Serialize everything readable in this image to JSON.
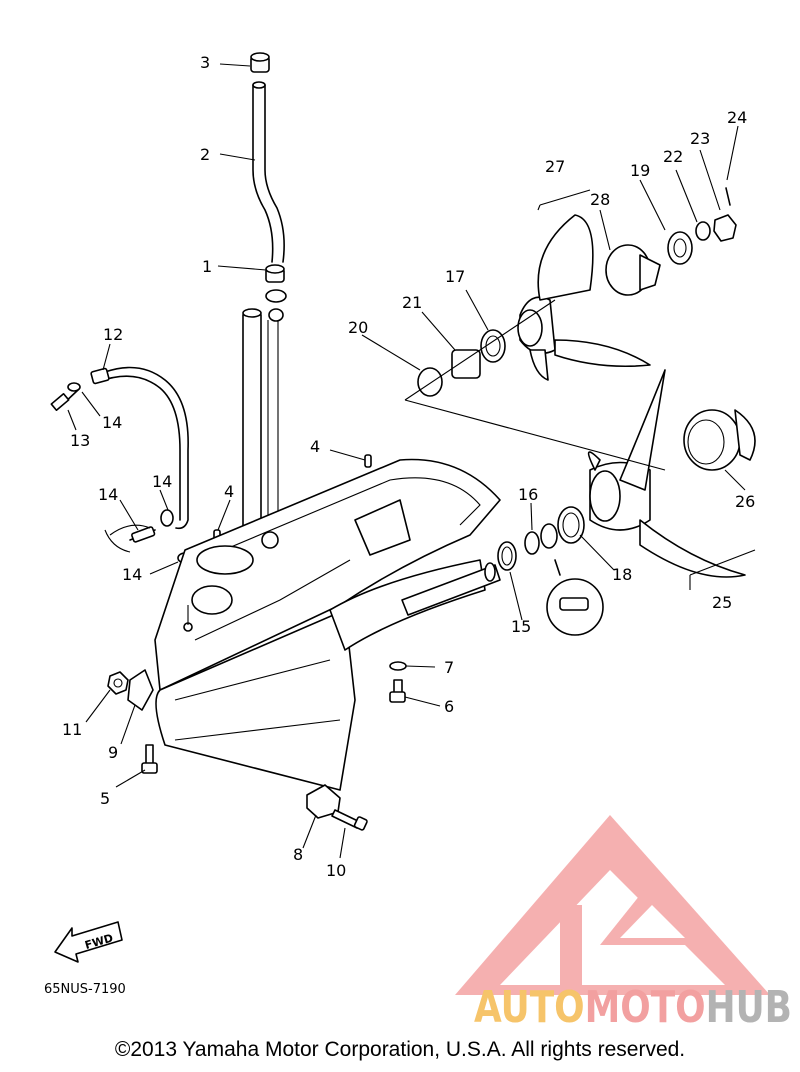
{
  "diagram": {
    "callouts": {
      "p1": "1",
      "p2": "2",
      "p3": "3",
      "p4a": "4",
      "p4b": "4",
      "p5": "5",
      "p6": "6",
      "p7": "7",
      "p8": "8",
      "p9": "9",
      "p10": "10",
      "p11": "11",
      "p12": "12",
      "p13": "13",
      "p14a": "14",
      "p14b": "14",
      "p14c": "14",
      "p14d": "14",
      "p15": "15",
      "p16": "16",
      "p17": "17",
      "p18": "18",
      "p19": "19",
      "p20": "20",
      "p21": "21",
      "p22": "22",
      "p23": "23",
      "p24": "24",
      "p25": "25",
      "p26": "26",
      "p27": "27",
      "p28": "28"
    },
    "drawing_code": "65NUS-7190",
    "fwd_label": "FWD"
  },
  "watermark": {
    "brand_part1": "AUTO",
    "brand_part2": "MOTO",
    "brand_part3": "HUB",
    "colors": {
      "auto": "#f6c46a",
      "moto": "#f2a0a0",
      "hub": "#b3b3b3",
      "logo": "#f4a3a3"
    }
  },
  "footer": {
    "copyright": "©2013 Yamaha Motor Corporation, U.S.A. All rights reserved."
  }
}
